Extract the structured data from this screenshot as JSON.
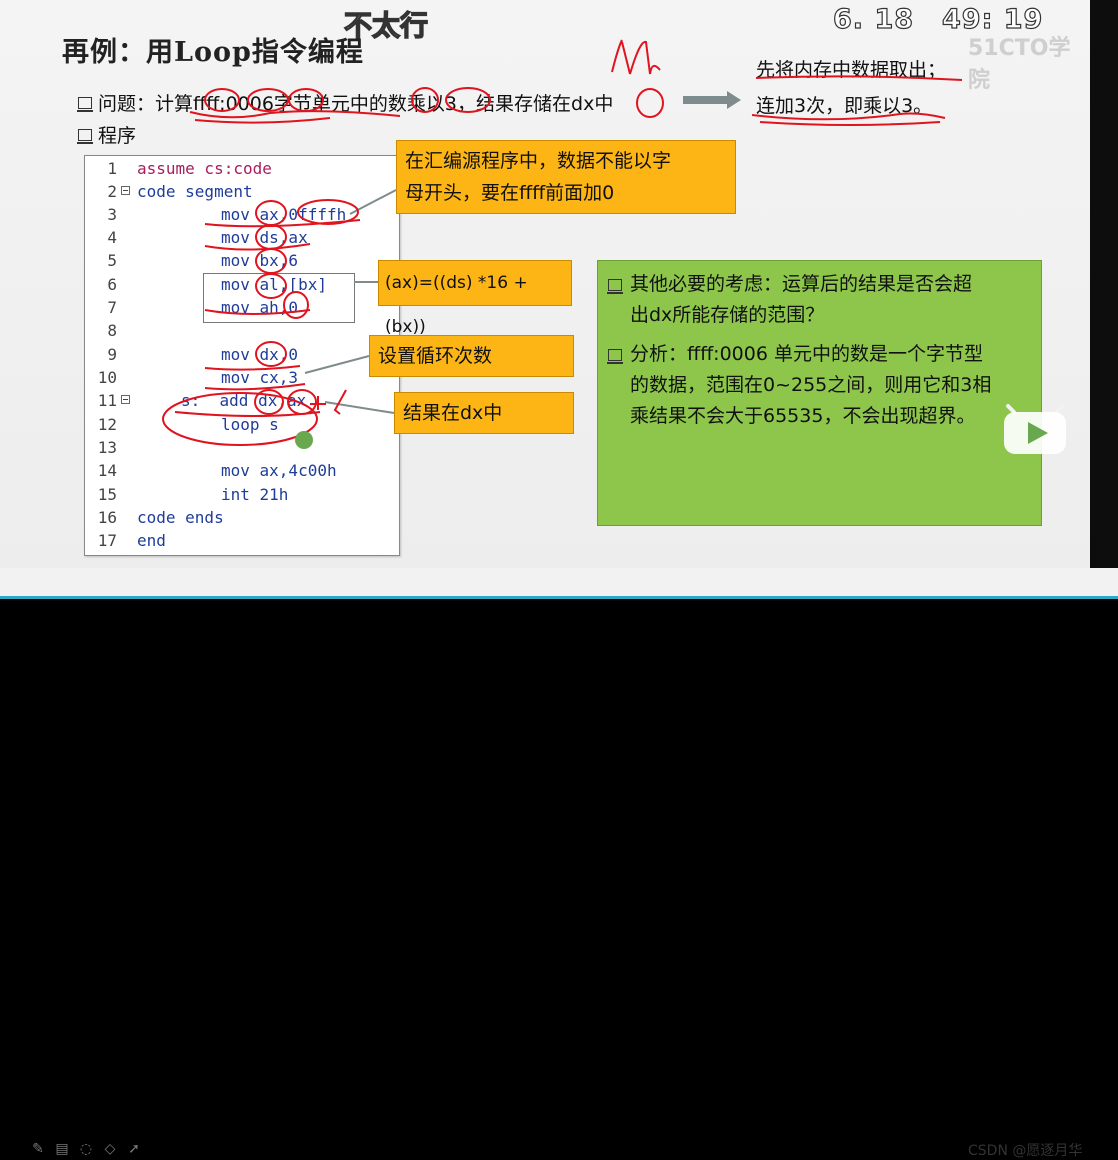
{
  "video": {
    "title": "不太行",
    "date": "6. 18",
    "time": "49: 19",
    "watermark": "51CTO学院"
  },
  "slide": {
    "title": "再例：用Loop指令编程",
    "question": "问题：计算ffff:0006字节单元中的数乘以3，结果存储在dx中",
    "program_label": "程序",
    "right_note_1": "先将内存中数据取出；",
    "right_note_2": "连加3次，即乘以3。",
    "handwriting_dl": "dl"
  },
  "code": {
    "lines": [
      {
        "n": "1",
        "text": "assume cs:code"
      },
      {
        "n": "2",
        "text": "code segment"
      },
      {
        "n": "3",
        "text": "mov ax,0ffffh"
      },
      {
        "n": "4",
        "text": "mov ds,ax"
      },
      {
        "n": "5",
        "text": "mov bx,6"
      },
      {
        "n": "6",
        "text": "mov al,[bx]"
      },
      {
        "n": "7",
        "text": "mov ah,0"
      },
      {
        "n": "8",
        "text": ""
      },
      {
        "n": "9",
        "text": "mov dx,0"
      },
      {
        "n": "10",
        "text": "mov cx,3"
      },
      {
        "n": "11",
        "text": "s:  add dx,ax"
      },
      {
        "n": "12",
        "text": "loop s"
      },
      {
        "n": "13",
        "text": ""
      },
      {
        "n": "14",
        "text": "mov ax,4c00h"
      },
      {
        "n": "15",
        "text": "int 21h"
      },
      {
        "n": "16",
        "text": "code ends"
      },
      {
        "n": "17",
        "text": "end"
      }
    ]
  },
  "callouts": {
    "hex_prefix_1": "在汇编源程序中，数据不能以字",
    "hex_prefix_2": "母开头，要在ffff前面加0",
    "formula": "(ax)=((ds) *16 +(bx))",
    "loop_count": "设置循环次数",
    "result": "结果在dx中"
  },
  "analysis": {
    "p1_a": "其他必要的考虑：运算后的结果是否会超",
    "p1_b": "出dx所能存储的范围？",
    "p2_a": "分析：ffff:0006 单元中的数是一个字节型",
    "p2_b": "的数据，范围在0~255之间，则用它和3相",
    "p2_c": "乘结果不会大于65535，不会出现超界。"
  },
  "footer": {
    "credit": "CSDN @愿逐月华"
  },
  "colors": {
    "callout": "#fdb515",
    "green_box": "#8dc64b",
    "ink": "#e0141e",
    "progress": "#30a7c7"
  }
}
